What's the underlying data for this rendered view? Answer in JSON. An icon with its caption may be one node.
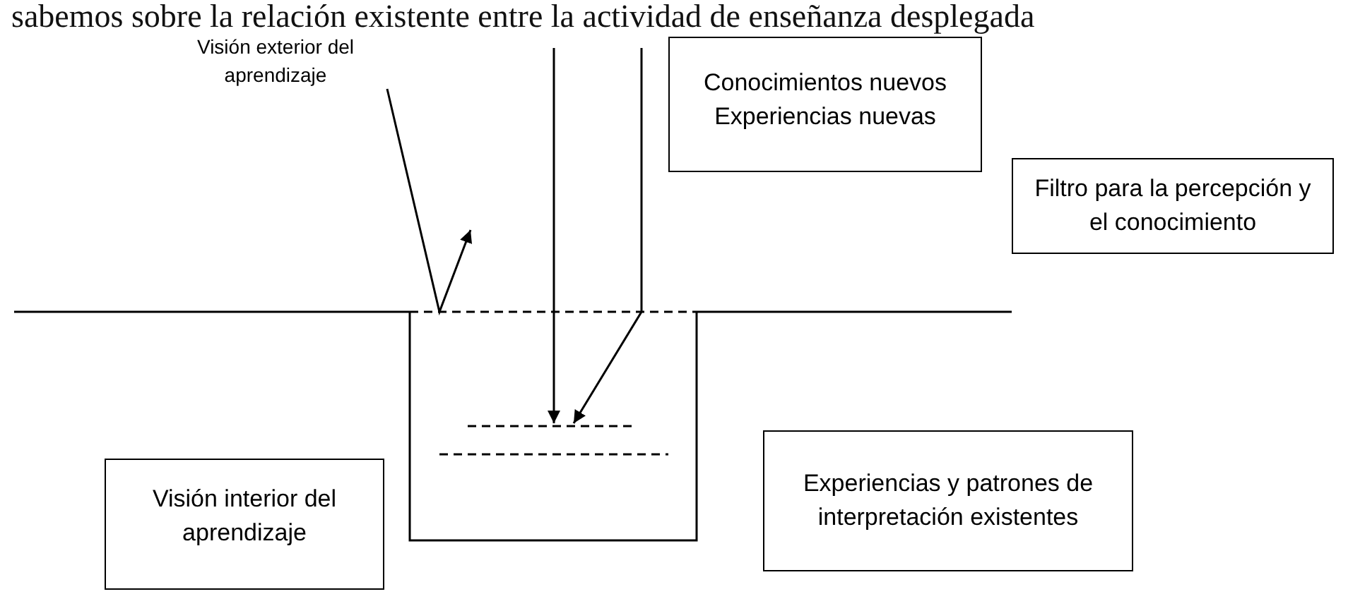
{
  "diagram": {
    "nodes": [
      {
        "text": [
          "Visión exterior del aprendizaje"
        ]
      },
      {
        "text": [
          "Conocimientos nuevos Experiencias nuevas"
        ]
      },
      {
        "text": [
          "Filtro para la percepción y el conocimiento"
        ]
      },
      {
        "text": [
          "Experiencias y patrones de interpretación existentes"
        ]
      },
      {
        "text": [
          "Visión interior del aprendizaje"
        ]
      },
      {
        "text": [],
        "shape": "line"
      }
    ],
    "edges": [
      {
        "from": 0,
        "to": null,
        "arrow": "to"
      },
      {
        "from": null,
        "to": 5,
        "arrow": "to"
      },
      {
        "from": null,
        "to": 5,
        "arrow": "to"
      }
    ],
    "labels": [
      "sabemos sobre la relación existente entre la actividad de enseñanza desplegada"
    ]
  }
}
